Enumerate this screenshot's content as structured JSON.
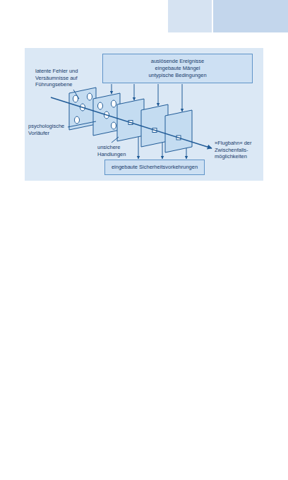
{
  "diagram": {
    "nodes": [
      {
        "text": [
          "auslösende Ereignisse",
          "eingebaute Mängel",
          "untypische Bedingungen"
        ]
      },
      {
        "text": [
          "eingebaute Sicherheitsvorkehrungen"
        ]
      }
    ],
    "labels": [
      "latente Fehler und Versäumnisse auf Führungsebene",
      "psychologische Vorläufer",
      "unsichere Handlungen",
      "»Flugbahn« der Zwischenfalls- möglichkeiten"
    ]
  }
}
